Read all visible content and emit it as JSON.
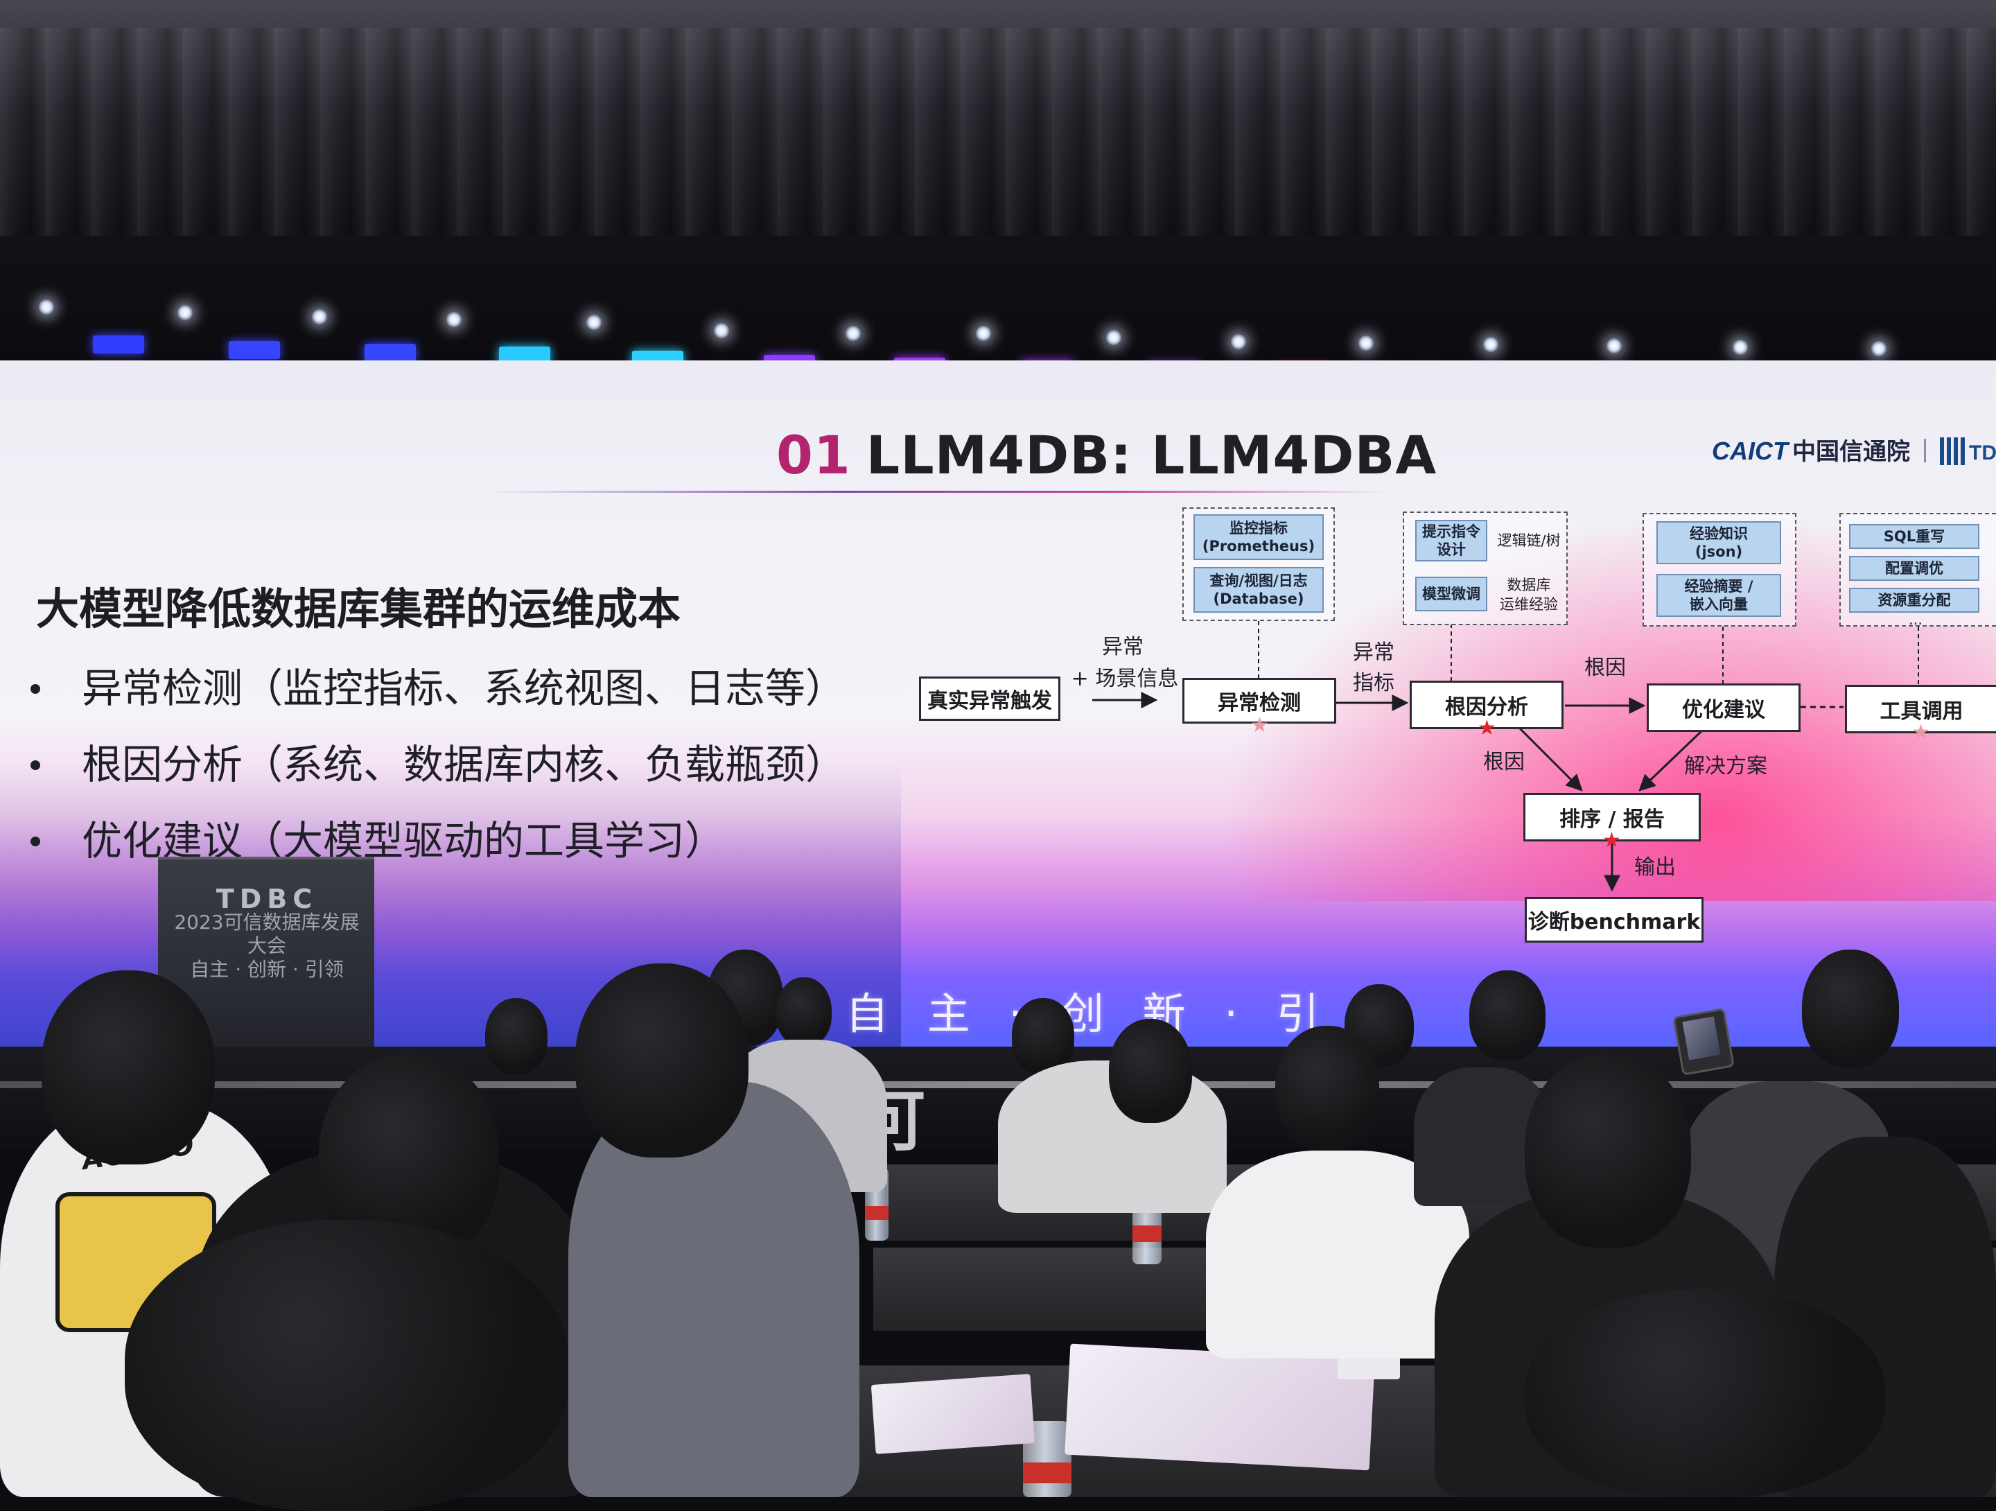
{
  "slide": {
    "section_number": "01",
    "title": "LLM4DB: LLM4DBA",
    "logo_caict": "CAICT",
    "logo_org_cn": "中国信通院",
    "logo_tdbc": "TDBC",
    "heading": "大模型降低数据库集群的运维成本",
    "bullets": [
      "异常检测（监控指标、系统视图、日志等）",
      "根因分析（系统、数据库内核、负载瓶颈）",
      "优化建议（大模型驱动的工具学习）"
    ],
    "bottom_slogan": "自 主 · 创 新 · 引 领"
  },
  "diagram": {
    "trigger": "真实异常触发",
    "trigger_arrow_label_1": "异常",
    "trigger_arrow_label_2": "+ 场景信息",
    "stages": {
      "anomaly_detection": "异常检测",
      "root_cause": "根因分析",
      "optimization": "优化建议",
      "tool_call": "工具调用",
      "rank_report": "排序 / 报告",
      "benchmark": "诊断benchmark"
    },
    "edge_labels": {
      "anomaly_metric_1": "异常",
      "anomaly_metric_2": "指标",
      "root_to_opt": "根因",
      "root_to_report": "根因",
      "opt_to_report": "解决方案",
      "report_to_bench": "输出"
    },
    "group_detect": {
      "chip_1_line_1": "监控指标",
      "chip_1_line_2": "(Prometheus)",
      "chip_2_line_1": "查询/视图/日志",
      "chip_2_line_2": "(Database)"
    },
    "group_root": {
      "chip_1_line_1": "提示指令",
      "chip_1_line_2": "设计",
      "note_1": "逻辑链/树",
      "chip_2": "模型微调",
      "note_2_line_1": "数据库",
      "note_2_line_2": "运维经验"
    },
    "group_opt": {
      "chip_1_line_1": "经验知识",
      "chip_1_line_2": "(json)",
      "chip_2_line_1": "经验摘要 /",
      "chip_2_line_2": "嵌入向量"
    },
    "group_tool": {
      "chip_1": "SQL重写",
      "chip_2": "配置调优",
      "chip_3": "资源重分配",
      "ellipsis": "..."
    }
  },
  "venue": {
    "podium_brand": "TDBC",
    "podium_line_1": "2023可信数据库发展大会",
    "podium_line_2": "自主 · 创新 · 引领",
    "led_floor_text": "可 信",
    "shirt_print": "AGAHO"
  }
}
